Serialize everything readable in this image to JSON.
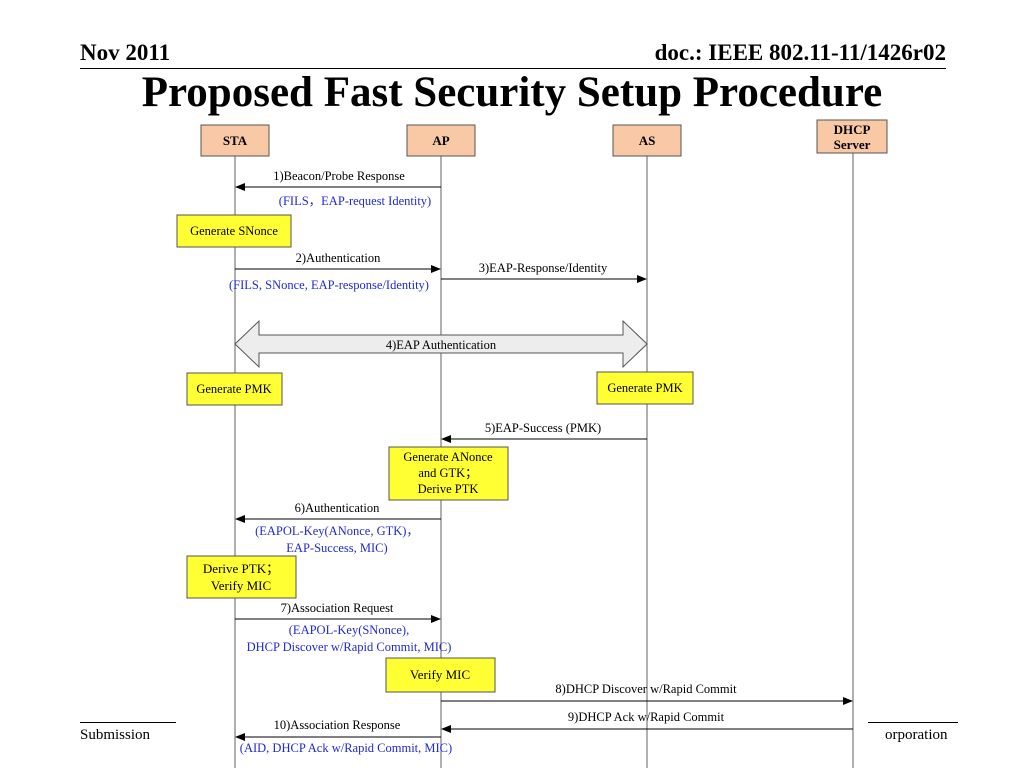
{
  "header": {
    "date": "Nov 2011",
    "doc_id": "doc.: IEEE 802.11-11/1426r02"
  },
  "title": "Proposed Fast Security Setup Procedure",
  "footer": {
    "left": "Submission",
    "right_fragment": "orporation"
  },
  "colors": {
    "entity_fill": "#f9c9a6",
    "process_fill": "#ffff33",
    "detail_text": "#1f2ad6",
    "lifeline": "#606060"
  },
  "diagram": {
    "entities": [
      {
        "label": "STA"
      },
      {
        "label": "AP"
      },
      {
        "label": "AS"
      },
      {
        "line1": "DHCP",
        "line2": "Server"
      }
    ],
    "messages": [
      {
        "label": "1)Beacon/Probe Response",
        "detail": "(FILS，EAP-request Identity)"
      },
      {
        "label": "2)Authentication",
        "detail": "(FILS, SNonce, EAP-response/Identity)"
      },
      {
        "label": "3)EAP-Response/Identity"
      },
      {
        "label": "4)EAP Authentication"
      },
      {
        "label": "5)EAP-Success (PMK)"
      },
      {
        "label": "6)Authentication",
        "detail1": "(EAPOL-Key(ANonce, GTK)，",
        "detail2": "EAP-Success, MIC)"
      },
      {
        "label": "7)Association Request",
        "detail1": "(EAPOL-Key(SNonce),",
        "detail2": "DHCP Discover w/Rapid Commit, MIC)"
      },
      {
        "label": "8)DHCP Discover w/Rapid Commit"
      },
      {
        "label": "9)DHCP Ack w/Rapid Commit"
      },
      {
        "label": "10)Association Response",
        "detail": "(AID, DHCP Ack w/Rapid Commit, MIC)"
      }
    ],
    "processes": [
      {
        "label": "Generate SNonce"
      },
      {
        "label": "Generate PMK"
      },
      {
        "label": "Generate PMK"
      },
      {
        "line1": "Generate ANonce",
        "line2": "and GTK；",
        "line3": "Derive PTK"
      },
      {
        "line1": "Derive PTK；",
        "line2": "Verify MIC"
      },
      {
        "label": "Verify MIC"
      }
    ]
  }
}
